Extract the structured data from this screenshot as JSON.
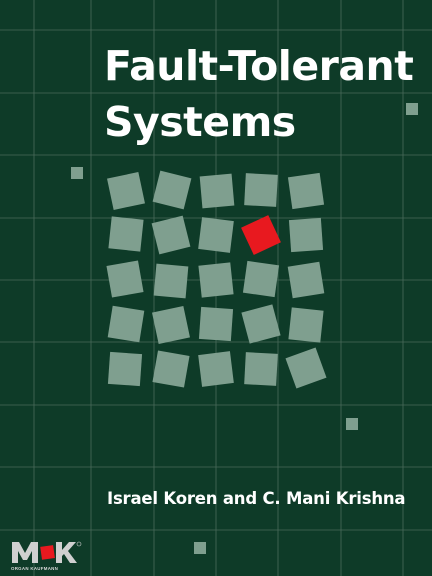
{
  "book": {
    "title_line1": "Fault-Tolerant",
    "title_line2": "Systems",
    "authors": "Israel Koren and C. Mani Krishna"
  },
  "publisher": {
    "logo_letters": "MK",
    "logo_subtitle": "ORGAN KAUFMANN"
  },
  "colors": {
    "background": "#0e3b28",
    "grid_line": "#4a6b5a",
    "tile": "#7f9f8f",
    "highlight_tile": "#e8191f",
    "text": "#ffffff"
  },
  "icons": [
    "square-tile",
    "red-square-tile",
    "mk-logo-icon"
  ]
}
